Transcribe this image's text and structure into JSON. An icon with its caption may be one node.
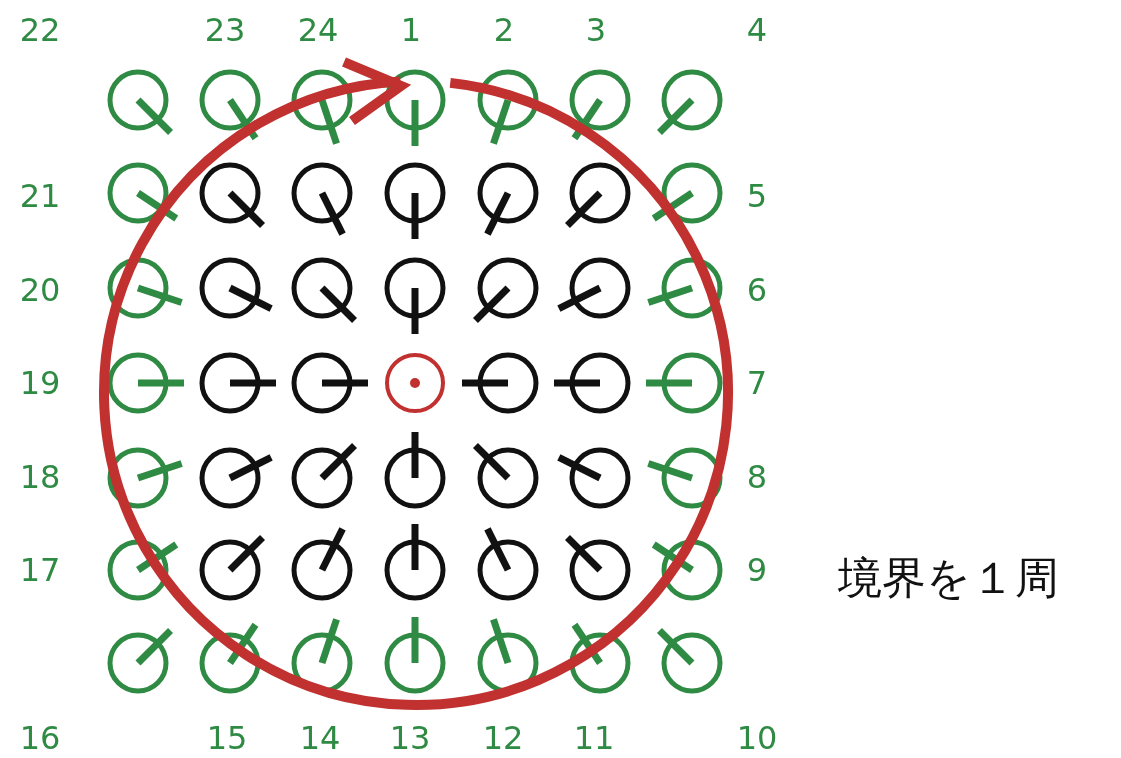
{
  "diagram": {
    "labels": [
      "22",
      "23",
      "24",
      "1",
      "2",
      "3",
      "4",
      "21",
      "5",
      "20",
      "6",
      "19",
      "7",
      "18",
      "8",
      "17",
      "9",
      "境界を１周",
      "16",
      "15",
      "14",
      "13",
      "12",
      "11",
      "10"
    ]
  }
}
